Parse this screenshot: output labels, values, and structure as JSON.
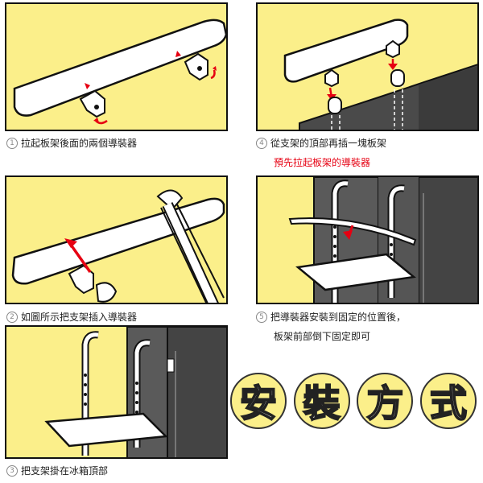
{
  "steps": [
    {
      "number": "1",
      "caption": "拉起板架後面的兩個導裝器"
    },
    {
      "number": "2",
      "caption": "如圖所示把支架插入導裝器"
    },
    {
      "number": "3",
      "caption": "把支架掛在冰箱頂部"
    },
    {
      "number": "4",
      "caption": "從支架的頂部再插一塊板架",
      "note": "預先拉起板架的導裝器"
    },
    {
      "number": "5",
      "caption_line1": "把導裝器安裝到固定的位置後，",
      "caption_line2": "板架前部倒下固定即可"
    }
  ],
  "title": {
    "chars": [
      "安",
      "裝",
      "方",
      "式"
    ]
  },
  "colors": {
    "panel_bg": "#fbef8a",
    "fridge": "#4a4a4a",
    "accent_red": "#e60012"
  }
}
